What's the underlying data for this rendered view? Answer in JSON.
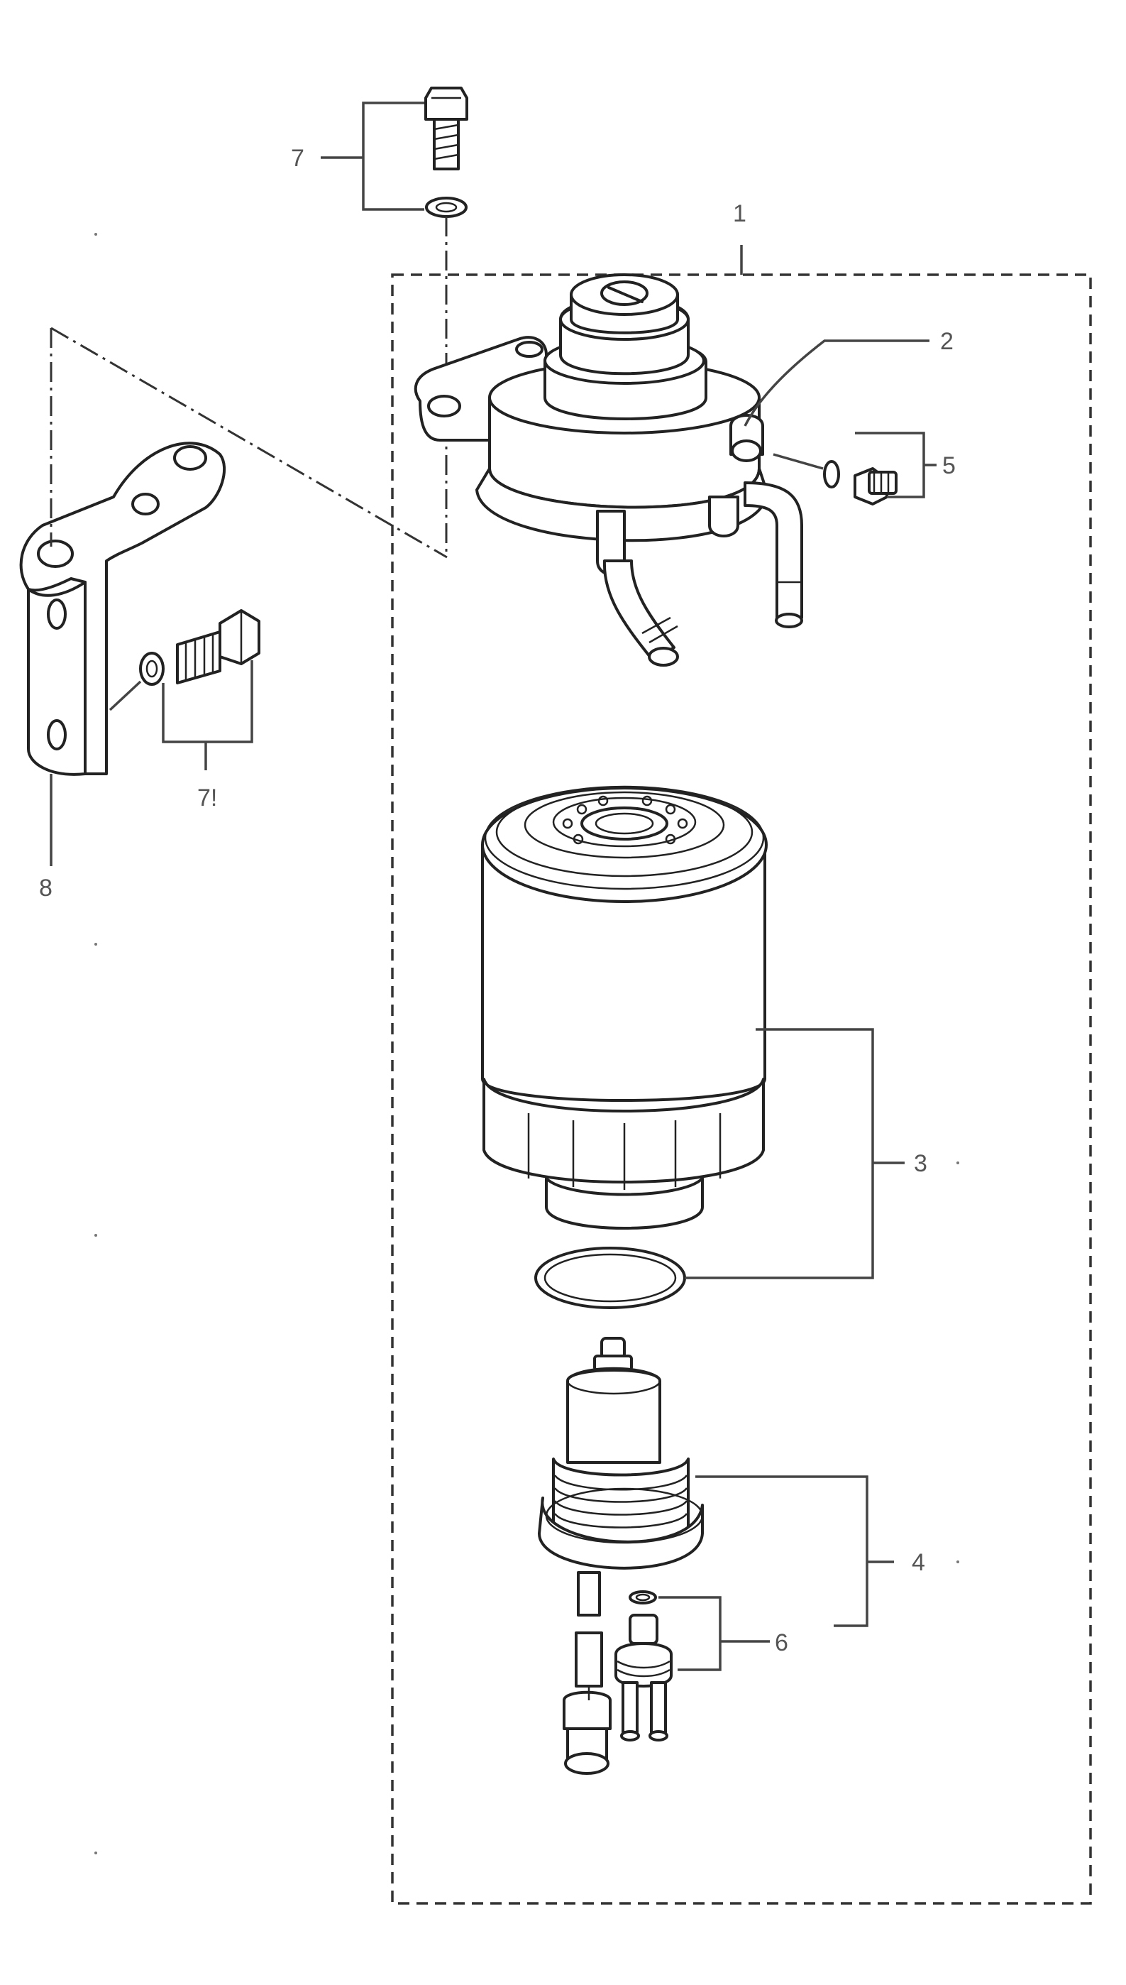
{
  "callouts": {
    "c1": "1",
    "c2": "2",
    "c3": "3",
    "c4": "4",
    "c5": "5",
    "c6": "6",
    "c7_top": "7",
    "c7_left": "7!",
    "c8": "8"
  },
  "colors": {
    "line": "#222222",
    "callout_text": "#555555",
    "background": "#ffffff"
  }
}
